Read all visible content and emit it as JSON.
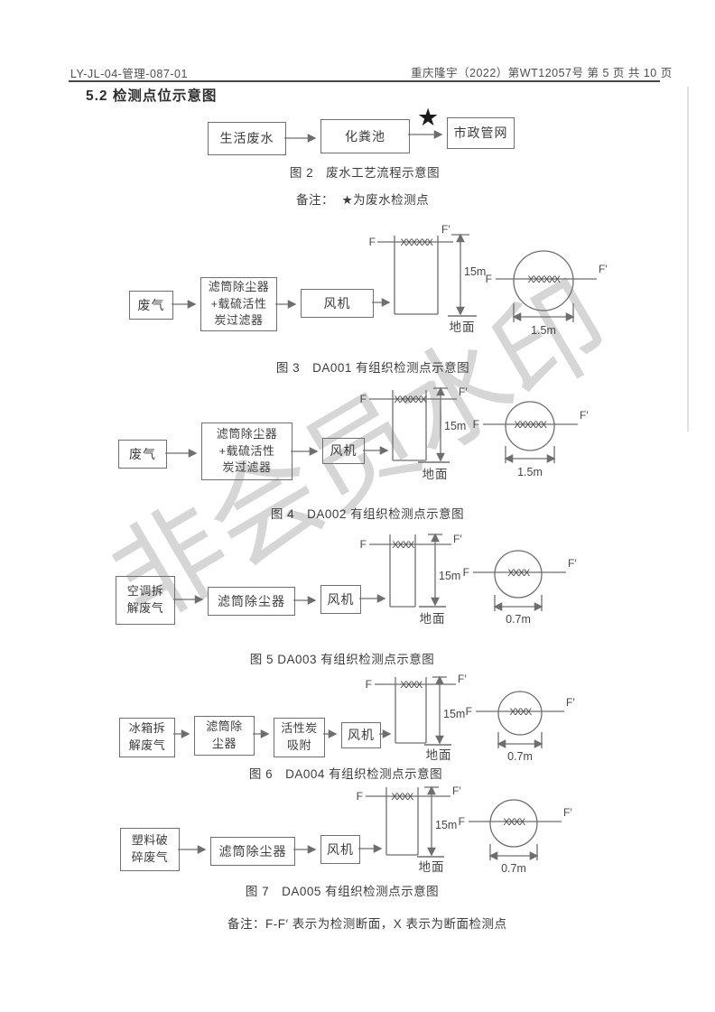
{
  "header": {
    "left_code": "LY-JL-04-管理-087-01",
    "right_text": "重庆隆宇（2022）第WT12057号 第 5 页 共 10 页"
  },
  "section_title": "5.2 检测点位示意图",
  "watermark": "非会员水印",
  "wastewater_diagram": {
    "source_box": "生活废水",
    "septic_tank_box": "化粪池",
    "municipal_network_box": "市政管网",
    "star": "★",
    "caption": "图 2　废水工艺流程示意图",
    "note": "备注：  ★为废水检测点"
  },
  "gas_diagrams": [
    {
      "id": "DA001",
      "source": "废气",
      "unit1": "滤筒除尘器\n+载硫活性\n炭过滤器",
      "unit2": "风机",
      "f": "F",
      "f_prime": "F′",
      "stack_marks": "XXXXXX",
      "stack_height": "15m",
      "ground": "地面",
      "section_marks": "XXXXXX",
      "diameter": "1.5m",
      "caption": "图 3　DA001 有组织检测点示意图"
    },
    {
      "id": "DA002",
      "source": "废气",
      "unit1": "滤筒除尘器\n+载硫活性\n炭过滤器",
      "unit2": "风机",
      "f": "F",
      "f_prime": "F′",
      "stack_marks": "XXXXXX",
      "stack_height": "15m",
      "ground": "地面",
      "section_marks": "XXXXXX",
      "diameter": "1.5m",
      "caption": "图 4　DA002 有组织检测点示意图"
    },
    {
      "id": "DA003",
      "source": "空调拆\n解废气",
      "unit1": "滤筒除尘器",
      "unit2": "风机",
      "f": "F",
      "f_prime": "F′",
      "stack_marks": "XXXX",
      "stack_height": "15m",
      "ground": "地面",
      "section_marks": "XXXX",
      "diameter": "0.7m",
      "caption": "图 5 DA003 有组织检测点示意图"
    },
    {
      "id": "DA004",
      "source": "冰箱拆\n解废气",
      "unit1": "滤筒除\n尘器",
      "unit2": "活性炭\n吸附",
      "unit3": "风机",
      "f": "F",
      "f_prime": "F′",
      "stack_marks": "XXXX",
      "stack_height": "15m",
      "ground": "地面",
      "section_marks": "XXXX",
      "diameter": "0.7m",
      "caption": "图 6　DA004 有组织检测点示意图"
    },
    {
      "id": "DA005",
      "source": "塑料破\n碎废气",
      "unit1": "滤筒除尘器",
      "unit2": "风机",
      "f": "F",
      "f_prime": "F′",
      "stack_marks": "XXXX",
      "stack_height": "15m",
      "ground": "地面",
      "section_marks": "XXXX",
      "diameter": "0.7m",
      "caption": "图 7　DA005 有组织检测点示意图"
    }
  ],
  "footer_note": "备注：F-F′ 表示为检测断面，X 表示为断面检测点"
}
